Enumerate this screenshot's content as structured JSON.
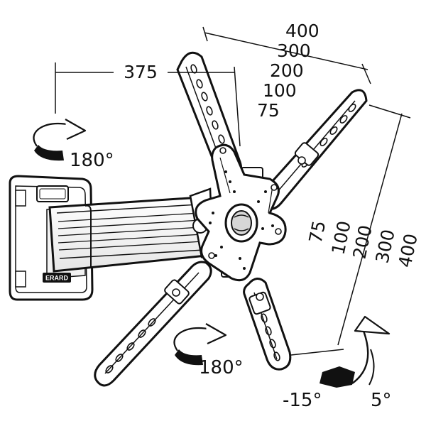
{
  "dimensions": {
    "arm_extension": "375",
    "horizontal_vesa": [
      "400",
      "300",
      "200",
      "100",
      "75"
    ],
    "vertical_vesa": [
      "75",
      "100",
      "200",
      "300",
      "400"
    ]
  },
  "rotations": {
    "arm_swivel": "180°",
    "plate_swivel": "180°",
    "tilt_down": "-15°",
    "tilt_up": "5°"
  },
  "brand": "ERARD",
  "colors": {
    "ink": "#111111",
    "paper": "#ffffff",
    "shade": "#cfcfcf"
  }
}
